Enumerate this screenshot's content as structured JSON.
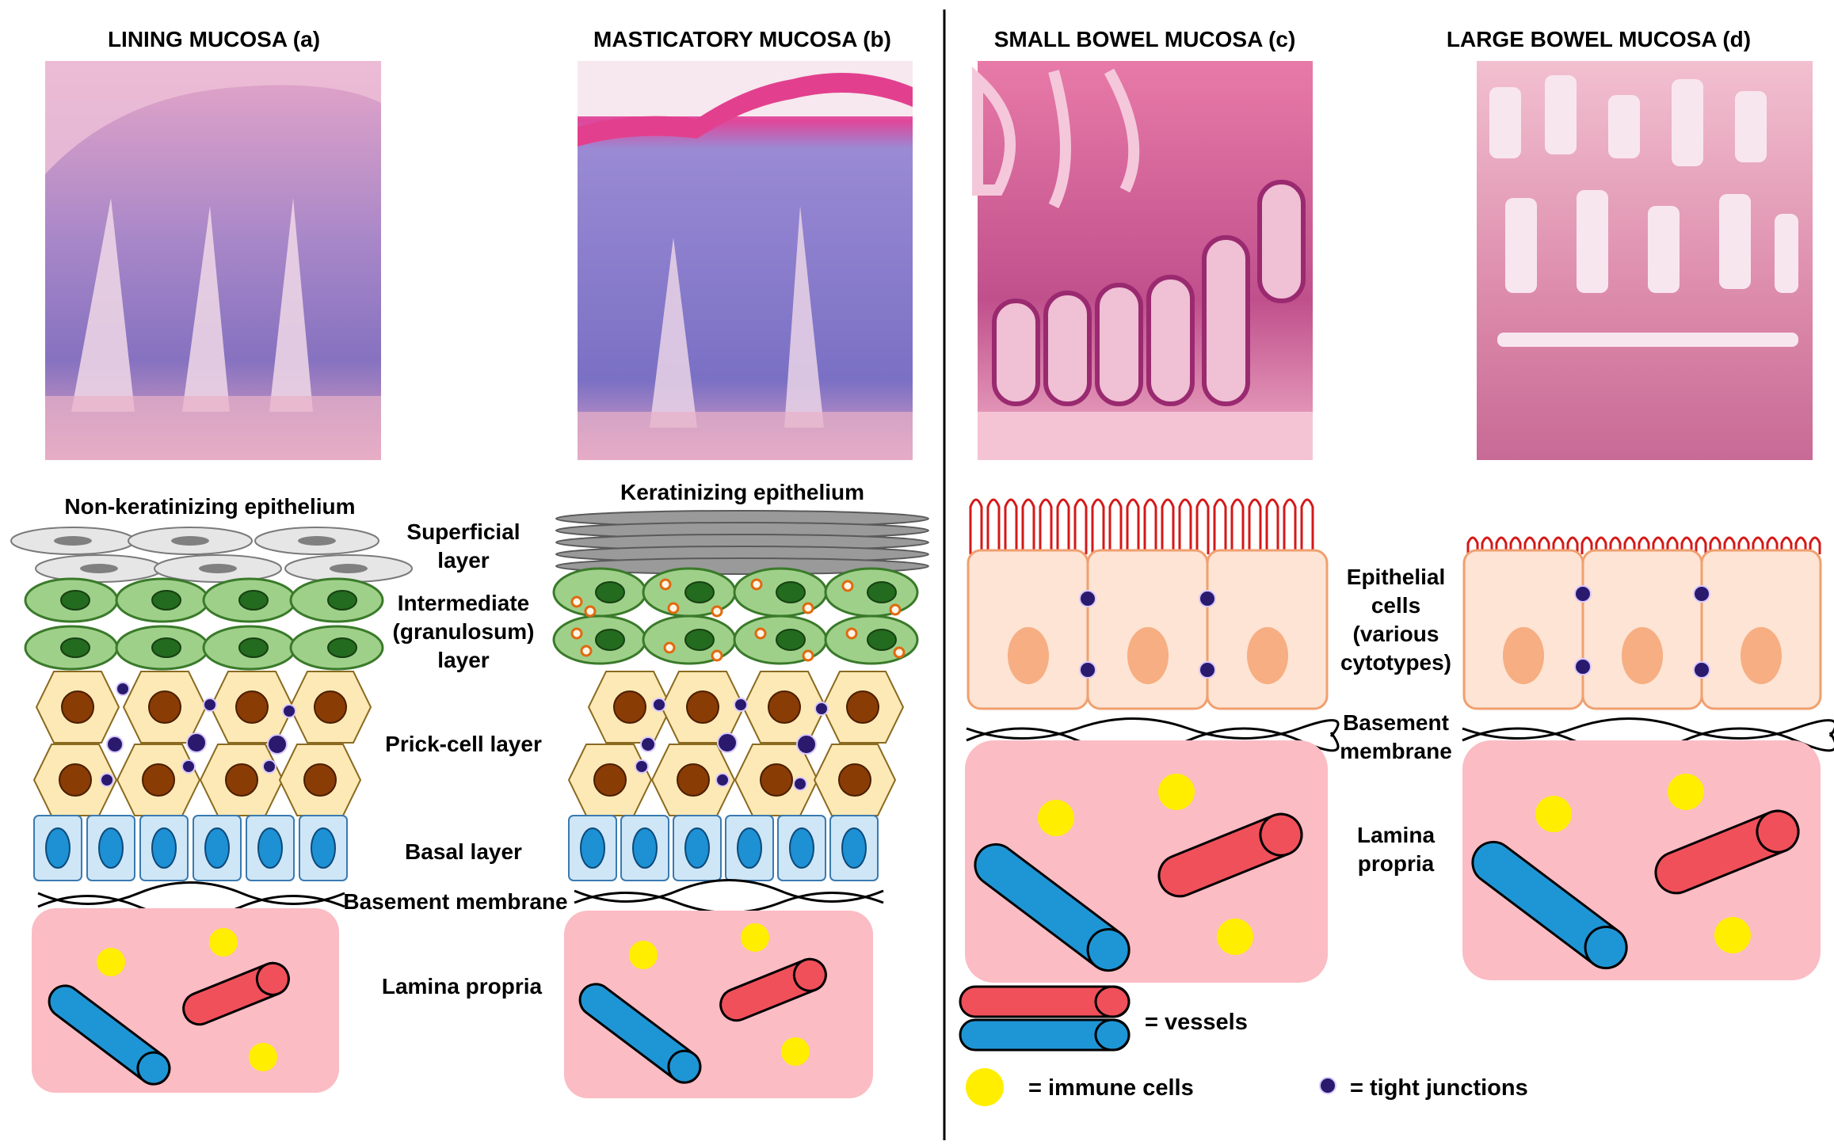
{
  "panels": {
    "a": {
      "title": "LINING MUCOSA (a)",
      "subtitle": "Non-keratinizing epithelium"
    },
    "b": {
      "title": "MASTICATORY MUCOSA (b)",
      "subtitle": "Keratinizing epithelium"
    },
    "c": {
      "title": "SMALL BOWEL MUCOSA (c)"
    },
    "d": {
      "title": "LARGE BOWEL MUCOSA (d)"
    }
  },
  "oral_layers": {
    "superficial": [
      "Superficial",
      "layer"
    ],
    "intermediate": [
      "Intermediate",
      "(granulosum)",
      "layer"
    ],
    "prick": "Prick-cell layer",
    "basal": "Basal layer",
    "basement": "Basement membrane",
    "lamina": "Lamina propria"
  },
  "bowel_layers": {
    "epithelial": [
      "Epithelial",
      "cells",
      "(various",
      "cytotypes)"
    ],
    "basement": [
      "Basement",
      "membrane"
    ],
    "lamina": [
      "Lamina",
      "propria"
    ]
  },
  "legend": {
    "vessels": "= vessels",
    "immune": "= immune cells",
    "tight": "= tight junctions"
  },
  "colors": {
    "lamina_fill": "#fbbcc4",
    "vessel_red": "#f0505a",
    "vessel_blue": "#1e96d6",
    "immune_yellow": "#ffee00",
    "tight_junction": "#2a1a6e",
    "squamous_fill": "#e6e6e6",
    "granular_fill": "#9fd08a",
    "prick_fill": "#fde9b5",
    "prick_nucleus": "#8a3c05",
    "basal_fill": "#cfe6f7",
    "basal_nucleus": "#1e90d4",
    "bowel_cell_fill": "#fde4d4",
    "bowel_nucleus": "#f6ae82",
    "microvilli": "#d41818"
  }
}
